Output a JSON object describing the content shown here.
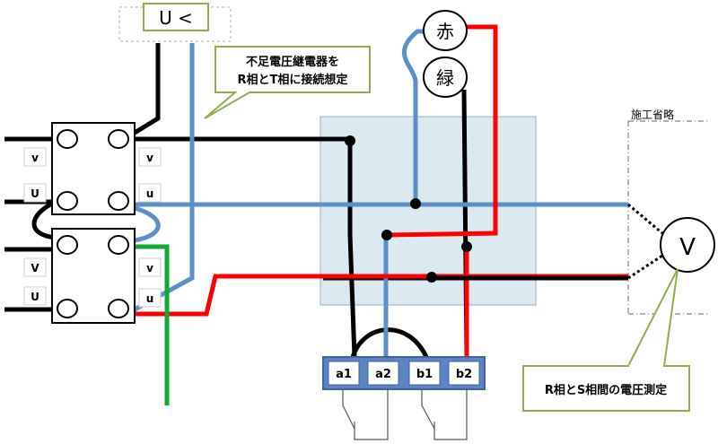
{
  "relay": {
    "label": "U <"
  },
  "callouts": {
    "relay_note_line1": "不足電圧継電器を",
    "relay_note_line2": "R相とT相に接続想定",
    "measure_note": "R相とS相間の電圧測定",
    "omitted": "施工省略"
  },
  "lamps": {
    "red": "赤",
    "green": "緑"
  },
  "transformers": {
    "top": {
      "left_top": "v",
      "left_bottom": "U",
      "right_top": "v",
      "right_bottom": "u"
    },
    "bottom": {
      "left_top": "V",
      "left_bottom": "U",
      "right_top": "v",
      "right_bottom": "u"
    }
  },
  "terminals": [
    "a1",
    "a2",
    "b1",
    "b2"
  ],
  "voltmeter": {
    "label": "V"
  },
  "colors": {
    "black": "#000000",
    "blue": "#5b8fc7",
    "red": "#ff0000",
    "green": "#11aa33",
    "panel_fill": "#dbe9f1",
    "callout_border": "#8db04c",
    "terminal_block": "#5b84c4"
  }
}
